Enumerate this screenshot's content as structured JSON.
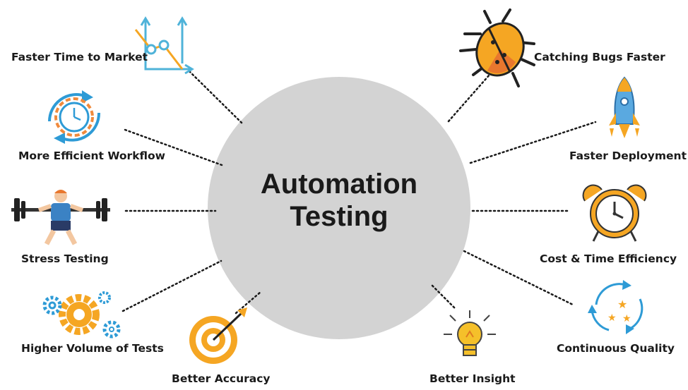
{
  "center": {
    "line1": "Automation",
    "line2": "Testing"
  },
  "benefits": {
    "faster_time_to_market": "Faster Time to Market",
    "more_efficient_workflow": "More Efficient Workflow",
    "stress_testing": "Stress Testing",
    "higher_volume_of_tests": "Higher Volume of Tests",
    "better_accuracy": "Better Accuracy",
    "better_insight": "Better Insight",
    "continuous_quality": "Continuous Quality",
    "cost_time_efficiency": "Cost & Time Efficiency",
    "faster_deployment": "Faster Deployment",
    "catching_bugs_faster": "Catching Bugs Faster"
  },
  "icons": {
    "faster_time_to_market": "growth-chart-icon",
    "more_efficient_workflow": "clock-gear-cycle-icon",
    "stress_testing": "weightlifter-icon",
    "higher_volume_of_tests": "gears-icon",
    "better_accuracy": "target-arrow-icon",
    "better_insight": "lightbulb-icon",
    "continuous_quality": "stars-cycle-icon",
    "cost_time_efficiency": "alarm-clock-icon",
    "faster_deployment": "rocket-icon",
    "catching_bugs_faster": "bug-icon"
  },
  "colors": {
    "circle": "#d3d3d3",
    "orange": "#f5a623",
    "blue": "#2e9bd6",
    "connector": "#1a1a1a"
  }
}
